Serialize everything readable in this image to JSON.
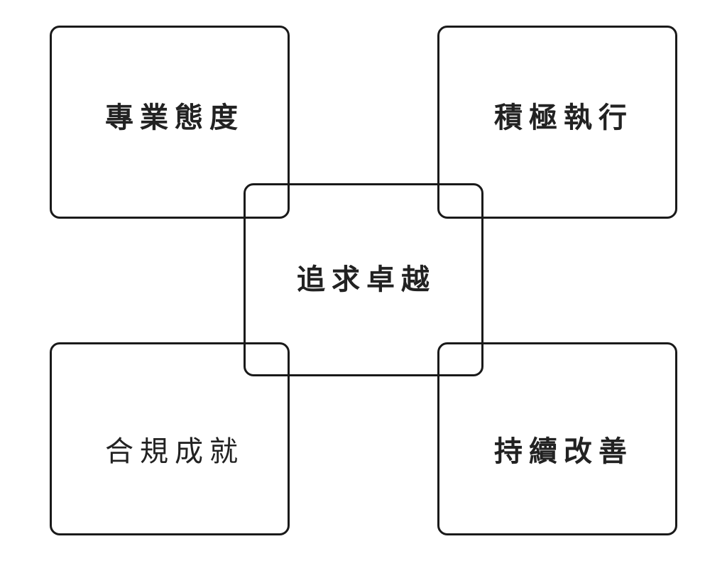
{
  "diagram": {
    "top_left": "專業態度",
    "top_right": "積極執行",
    "center": "追求卓越",
    "bottom_left": "合規成就",
    "bottom_right": "持續改善"
  }
}
